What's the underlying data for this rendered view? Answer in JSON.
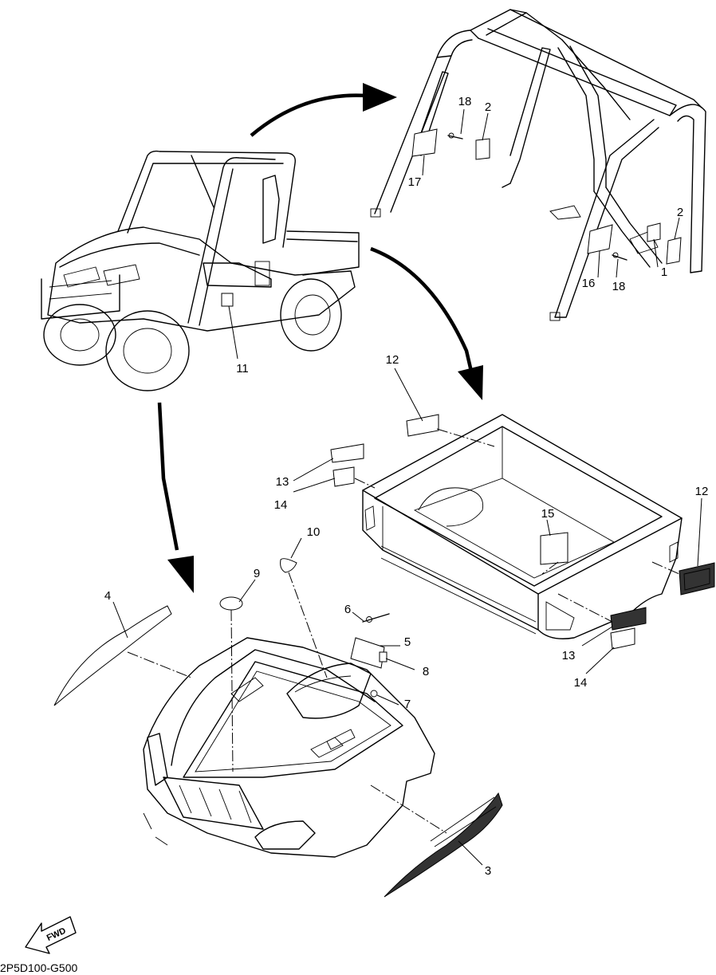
{
  "diagram": {
    "drawing_code": "2P5D100-G500",
    "fwd_label": "FWD",
    "callouts": {
      "c1": "1",
      "c2a": "2",
      "c2b": "2",
      "c3": "3",
      "c4": "4",
      "c5": "5",
      "c6": "6",
      "c7": "7",
      "c8": "8",
      "c9": "9",
      "c10": "10",
      "c11": "11",
      "c12a": "12",
      "c12b": "12",
      "c13a": "13",
      "c13b": "13",
      "c14a": "14",
      "c14b": "14",
      "c15": "15",
      "c16": "16",
      "c17": "17",
      "c18a": "18",
      "c18b": "18"
    }
  }
}
